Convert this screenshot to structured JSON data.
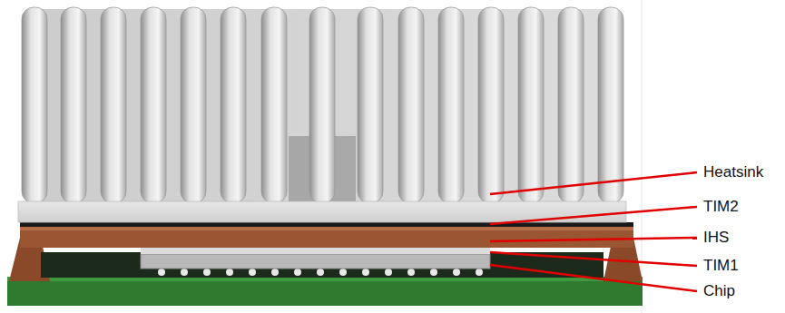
{
  "diagram": {
    "labels": [
      "Heatsink",
      "TIM2",
      "IHS",
      "TIM1",
      "Chip"
    ]
  }
}
